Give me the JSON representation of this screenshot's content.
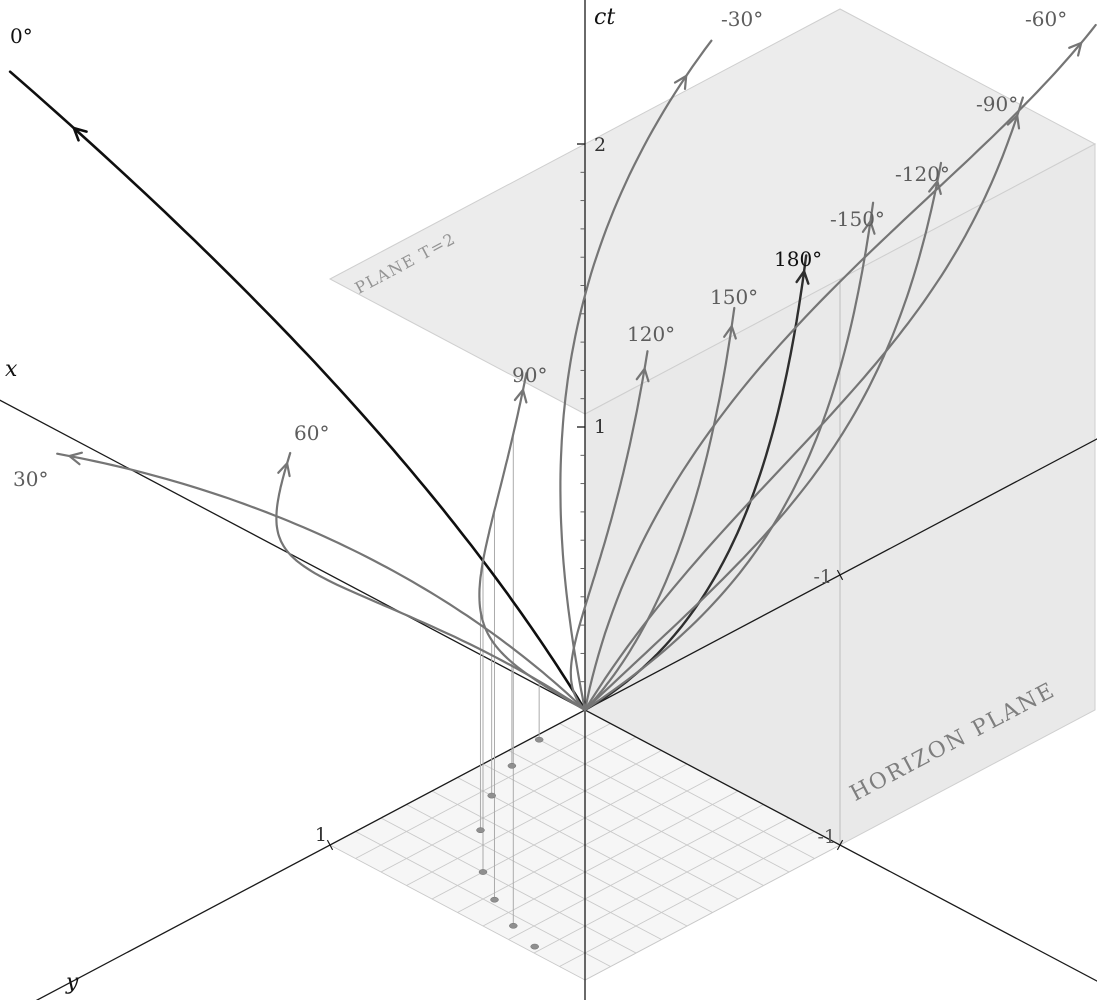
{
  "labels": {
    "ct_axis": "ct",
    "x_axis": "x",
    "y_axis": "y",
    "tick_ct_1": "1",
    "tick_ct_2": "2",
    "tick_y_1": "1",
    "tick_x_m1": "-1",
    "tick_y_m1": "-1",
    "plane_t2": "PLANE T=2",
    "horizon": "HORIZON PLANE"
  },
  "colors": {
    "axis": "#1a1a1a",
    "grid": "#c9c9c9",
    "floor_fill": "#f6f6f6",
    "plane_fill": "#ececec",
    "horizon_fill": "#e9e9e9",
    "plane_edge": "#cfcfcf",
    "drop_line": "#ababab",
    "dot": "#8f8f8f",
    "tick_minor": "#555555"
  },
  "chart_data": {
    "type": "line",
    "title": "",
    "description": "Light rays (null geodesics) emitted from the origin at angles from 0 deg to 180 deg, drawn in coordinates (x, y, ct) of a uniformly accelerated frame; rays bend toward the horizon plane at x = -1; reference planes PLANE T=2 and HORIZON PLANE shown; floor grid spans x in [-1,0], y in [0,1].",
    "axes": {
      "ct": {
        "label": "ct",
        "ticks": [
          1,
          2
        ]
      },
      "x": {
        "label": "x",
        "ticks": [
          -1
        ]
      },
      "y": {
        "label": "y",
        "ticks": [
          1,
          -1
        ]
      }
    },
    "planes": [
      {
        "name": "plane-t2",
        "label": "PLANE T=2",
        "equation": "ct = 2"
      },
      {
        "name": "horizon-plane",
        "label": "HORIZON PLANE",
        "equation": "x = -1"
      }
    ],
    "projection_drops": [
      0.2,
      0.35,
      0.5,
      0.65,
      0.8,
      0.88,
      0.94
    ],
    "projection_dots": [
      0.2,
      0.35,
      0.5,
      0.65,
      0.8,
      0.88,
      0.94,
      0.975
    ],
    "rays": [
      {
        "label": "0°",
        "theta": 0,
        "end_t": 1.18,
        "arrow_t": 1.1,
        "color": "#0f0f0f",
        "width": 2.6
      },
      {
        "label": "30°",
        "theta": 30,
        "end_t": 1.02,
        "arrow_t": 1.0,
        "color": "#757575",
        "width": 2.2
      },
      {
        "label": "60°",
        "theta": 60,
        "end_t": 1.86,
        "arrow_t": 1.8,
        "color": "#757575",
        "width": 2.2
      },
      {
        "label": "90°",
        "theta": 90,
        "end_t": 2.0,
        "arrow_t": 1.93,
        "color": "#757575",
        "width": 2.2
      },
      {
        "label": "120°",
        "theta": 120,
        "end_t": 1.92,
        "arrow_t": 1.85,
        "color": "#757575",
        "width": 2.2
      },
      {
        "label": "150°",
        "theta": 150,
        "end_t": 1.95,
        "arrow_t": 1.88,
        "color": "#757575",
        "width": 2.2
      },
      {
        "label": "180°",
        "theta": 180,
        "end_t": 2.02,
        "arrow_t": 1.96,
        "color": "#2e2e2e",
        "width": 2.4
      },
      {
        "label": "-30°",
        "theta": -30,
        "end_t": 1.19,
        "arrow_t": 1.13,
        "color": "#757575",
        "width": 2.2
      },
      {
        "label": "-60°",
        "theta": -60,
        "end_t": 1.87,
        "arrow_t": 1.8,
        "color": "#757575",
        "width": 2.2
      },
      {
        "label": "-90°",
        "theta": -90,
        "end_t": 2.06,
        "arrow_t": 1.99,
        "color": "#757575",
        "width": 2.2
      },
      {
        "label": "-120°",
        "theta": -120,
        "end_t": 2.06,
        "arrow_t": 1.99,
        "color": "#757575",
        "width": 2.2
      },
      {
        "label": "-150°",
        "theta": -150,
        "end_t": 2.08,
        "arrow_t": 2.01,
        "color": "#757575",
        "width": 2.2
      }
    ]
  }
}
